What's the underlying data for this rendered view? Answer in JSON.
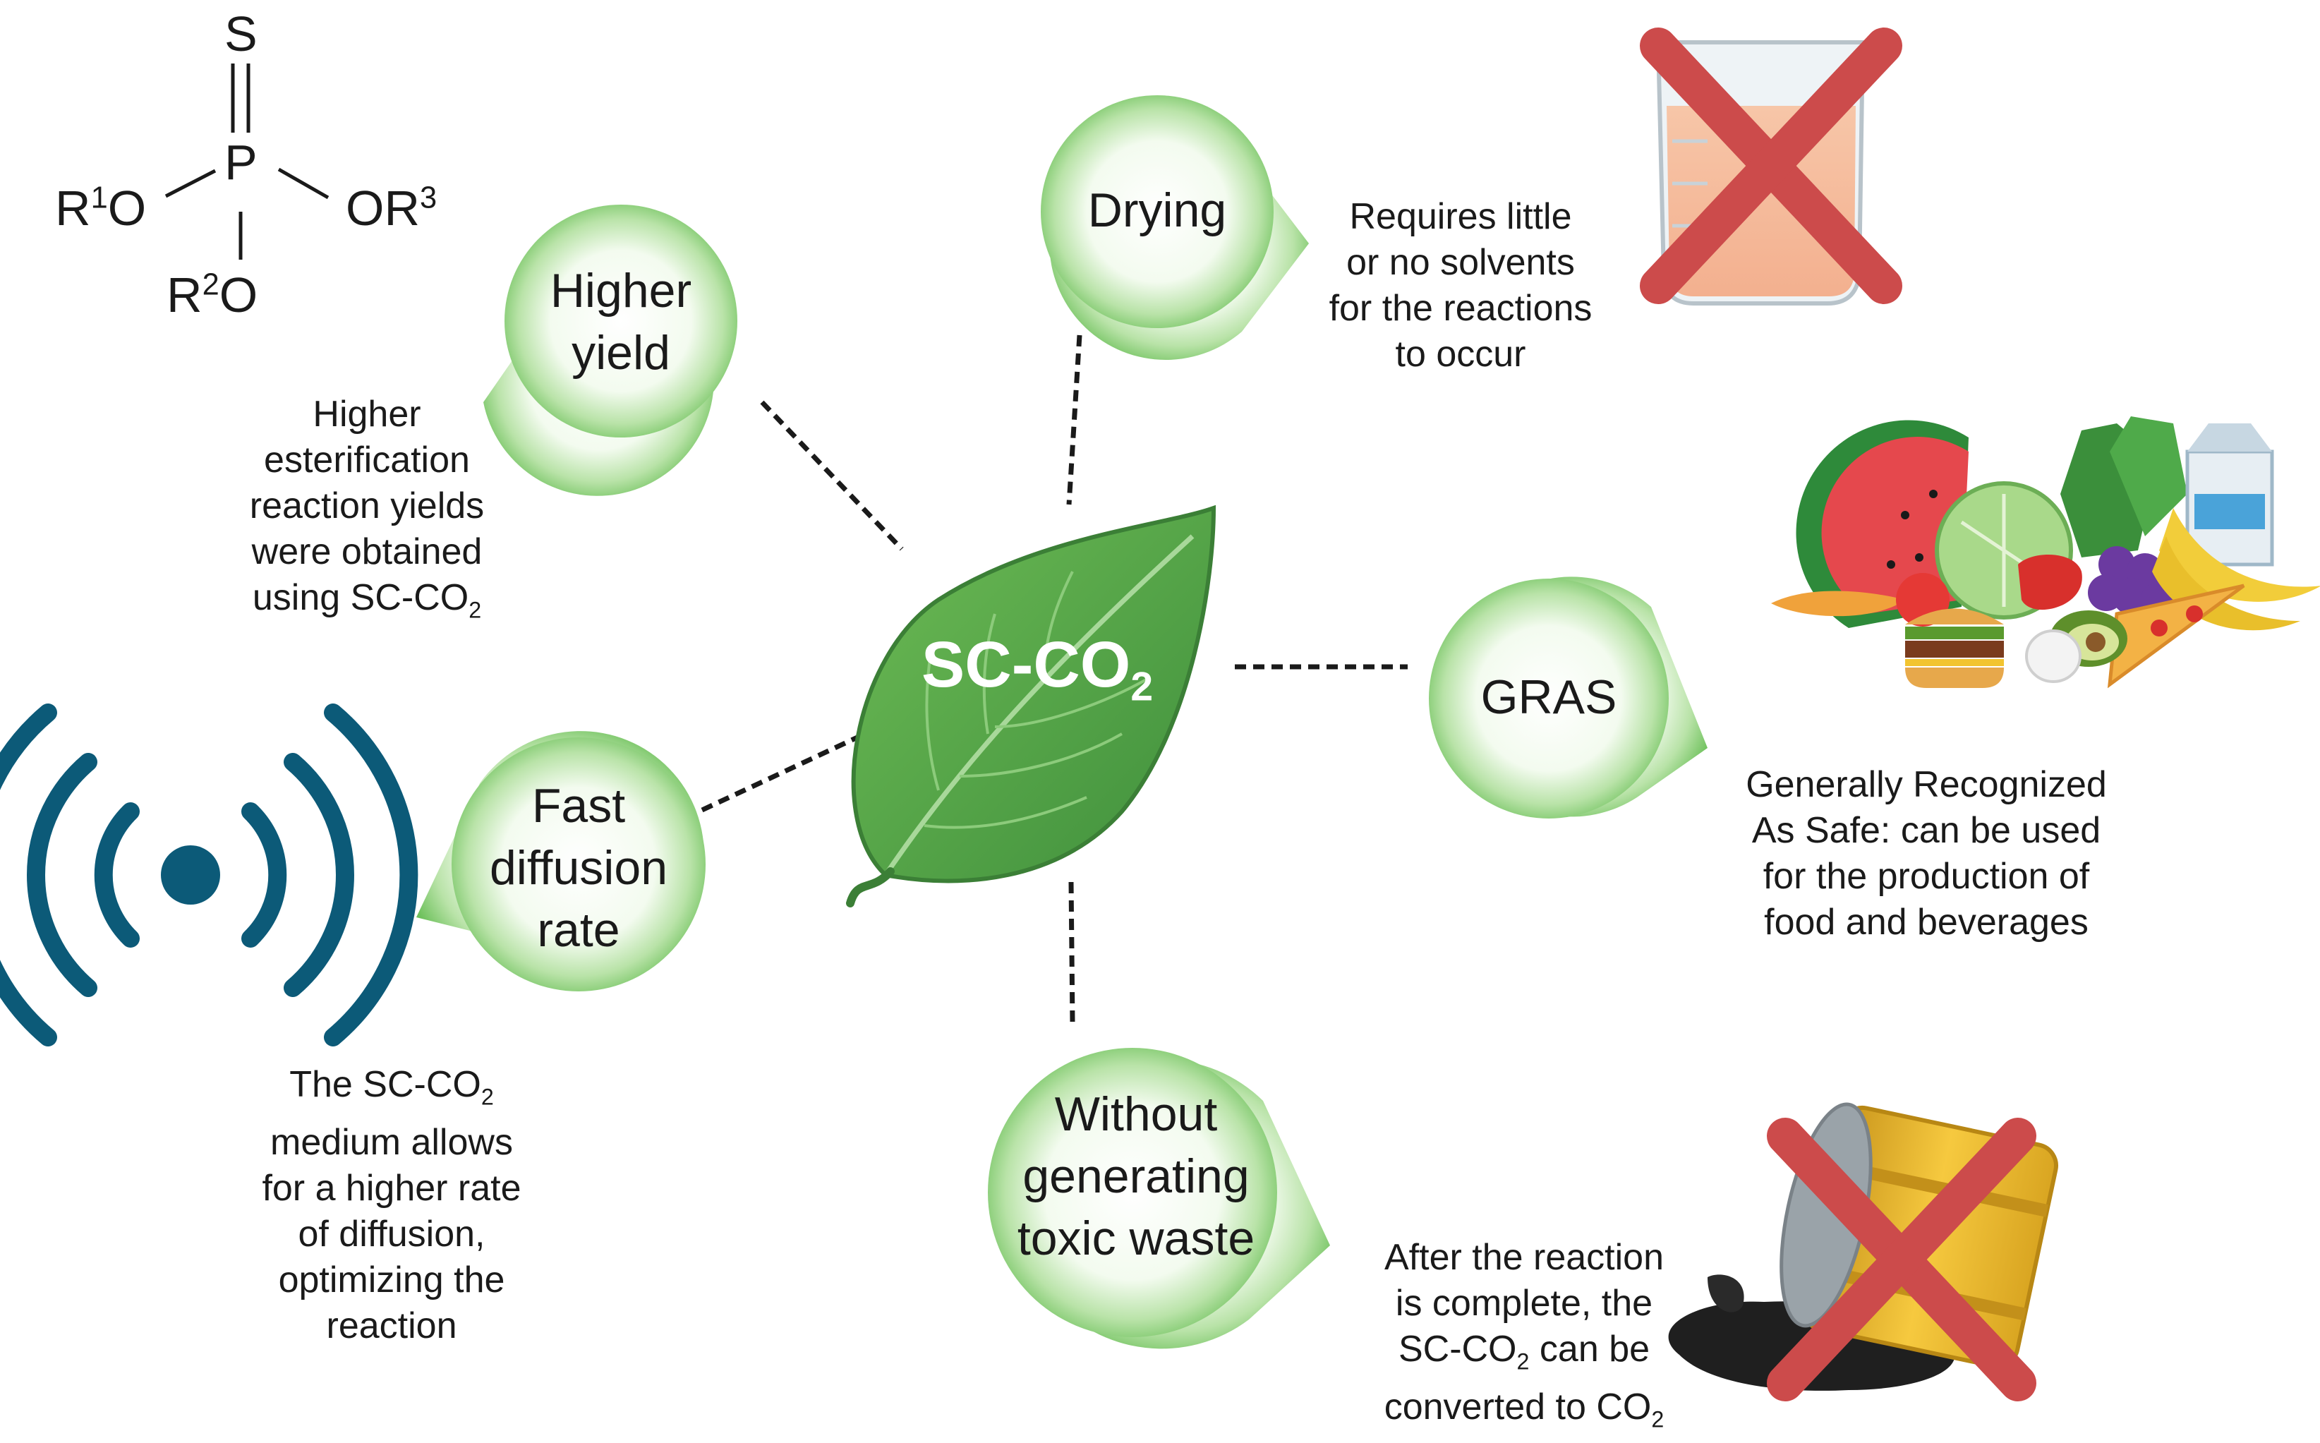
{
  "center": {
    "label_main": "SC-CO",
    "label_sub": "2"
  },
  "structure": {
    "s": "S",
    "p": "P",
    "left": {
      "pre": "R",
      "sup": "1",
      "post": "O"
    },
    "right": {
      "pre": "OR",
      "sup": "3"
    },
    "bottom": {
      "pre": "R",
      "sup": "2",
      "post": "O"
    }
  },
  "bubbles": {
    "higher_yield": [
      "Higher",
      "yield"
    ],
    "drying": [
      "Drying"
    ],
    "gras": [
      "GRAS"
    ],
    "fast_diffusion": [
      "Fast",
      "diffusion",
      "rate"
    ],
    "toxic_waste": [
      "Without",
      "generating",
      "toxic waste"
    ]
  },
  "descriptions": {
    "higher_yield": [
      "Higher",
      "esterification",
      "reaction yields",
      "were obtained",
      "using SC-CO"
    ],
    "drying": [
      "Requires little",
      "or no solvents",
      "for the reactions",
      "to occur"
    ],
    "gras": [
      "Generally Recognized",
      "As Safe: can be used",
      "for the production of",
      "food and beverages"
    ],
    "fast_diffusion": [
      "The SC-CO",
      "medium allows",
      "for a higher rate",
      "of diffusion,",
      "optimizing the",
      "reaction"
    ],
    "toxic_waste": [
      "After the reaction",
      "is complete, the",
      "SC-CO",
      " can be",
      "converted to CO"
    ],
    "sub2": "2"
  },
  "icons": [
    "beaker-icon",
    "cross-icon",
    "food-icon",
    "wireless-signal-icon",
    "oil-barrel-icon",
    "leaf-icon"
  ],
  "colors": {
    "leaf": "#5aa54a",
    "bubble": "#6cc05a",
    "signal": "#0c5a78",
    "cross": "#cc4b4b",
    "barrel": "#f3c23a"
  }
}
